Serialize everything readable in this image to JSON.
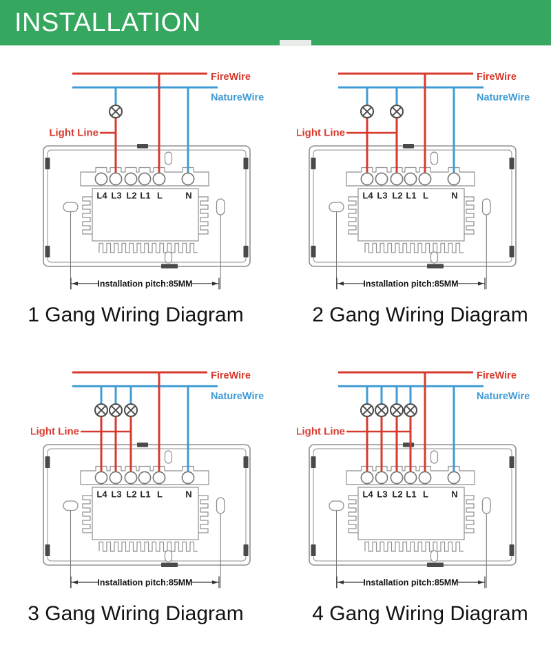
{
  "header": {
    "title": "INSTALLATION"
  },
  "colors": {
    "header_green": "#36a75f",
    "fire_red": "#d73a2d",
    "nature_blue": "#3f9bd5",
    "outline_gray": "#8f8f8f",
    "title_text": "#131313"
  },
  "shared_labels": {
    "fire_wire": "FireWire",
    "nature_wire": "NatureWire",
    "light_line": "Light Line",
    "install_pitch": "Installation pitch:85MM"
  },
  "terminal_labels": [
    "L4",
    "L3",
    "L2",
    "L1",
    "L",
    "N"
  ],
  "wiring": {
    "fire_terminal": "L",
    "nature_terminal": "N"
  },
  "diagrams": [
    {
      "name": "1-gang",
      "title": "1 Gang Wiring Diagram",
      "lamp_count": 1,
      "lamp_terminals": [
        "L3"
      ]
    },
    {
      "name": "2-gang",
      "title": "2 Gang Wiring Diagram",
      "lamp_count": 2,
      "lamp_terminals": [
        "L4",
        "L2"
      ]
    },
    {
      "name": "3-gang",
      "title": "3 Gang Wiring Diagram",
      "lamp_count": 3,
      "lamp_terminals": [
        "L4",
        "L3",
        "L2"
      ]
    },
    {
      "name": "4-gang",
      "title": "4 Gang Wiring Diagram",
      "lamp_count": 4,
      "lamp_terminals": [
        "L4",
        "L3",
        "L2",
        "L1"
      ]
    }
  ]
}
